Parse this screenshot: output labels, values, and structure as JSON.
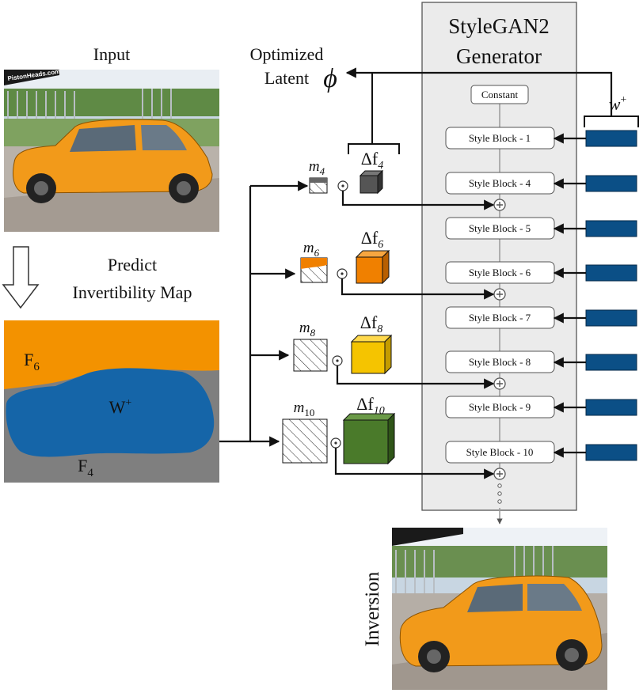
{
  "labels": {
    "input": "Input",
    "optimized": "Optimized",
    "latent": "Latent",
    "phi": "ϕ",
    "predict": "Predict",
    "invertibility_map": "Invertibility Map",
    "inversion": "Inversion",
    "f6": "F",
    "f6_sub": "6",
    "wplus_region": "W",
    "wplus_sup": "+",
    "f4": "F",
    "f4_sub": "4",
    "wplus": "w",
    "wplus_plus": "+",
    "watermark": "PistonHeads.com"
  },
  "generator": {
    "title_line1": "StyleGAN2",
    "title_line2": "Generator",
    "constant": "Constant",
    "blocks": [
      "Style Block - 1",
      "Style Block - 4",
      "Style Block - 5",
      "Style Block - 6",
      "Style Block - 7",
      "Style Block - 8",
      "Style Block - 9",
      "Style Block - 10"
    ]
  },
  "masks": [
    {
      "m": "m",
      "sub": "4",
      "df": "Δf",
      "dfsub": "4",
      "color": "#555555"
    },
    {
      "m": "m",
      "sub": "6",
      "df": "Δf",
      "dfsub": "6",
      "color": "#f08000"
    },
    {
      "m": "m",
      "sub": "8",
      "df": "Δf",
      "dfsub": "8",
      "color": "#f5c400"
    },
    {
      "m": "m",
      "sub": "10",
      "df": "Δf",
      "dfsub": "10",
      "color": "#4a7a2a"
    }
  ],
  "colors": {
    "orange": "#f39200",
    "blue": "#1565a8",
    "gray": "#7f7f7f",
    "panel": "#ebebeb",
    "latent_bar": "#0b4f86",
    "car": "#f29a1a"
  }
}
